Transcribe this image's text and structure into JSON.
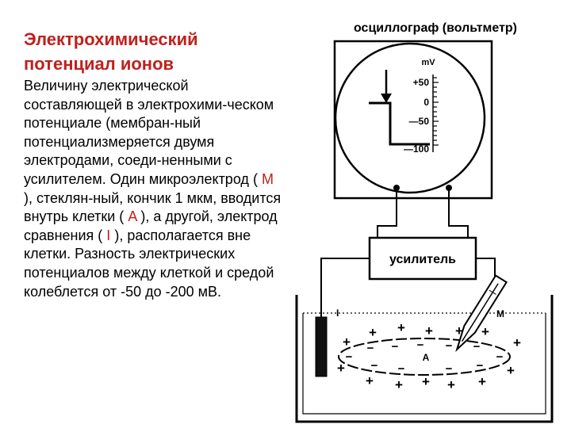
{
  "text": {
    "title_line1": "Электрохимический",
    "title_line2": "потенциал ионов",
    "p1": "Величину электрической составляющей в электрохими-ческом потенциале (мембран-ный потенциализмеряется двумя электродами, соеди-ненными с усилителем. Один микроэлектрод (",
    "m": "M",
    "p2": "), стеклян-ный, кончик 1 мкм, вводится внутрь клетки (",
    "a": "A",
    "p3": "), а другой, электрод сравнения (",
    "i": "I",
    "p4": "), располагается вне клетки. Разность электрических потенциалов между клеткой и средой колеблется от -50 до -200 мВ."
  },
  "diagram": {
    "oscillograph_label": "осциллограф (вольтметр)",
    "scale_unit": "mV",
    "scale_labels": [
      "+50",
      "0",
      "—50",
      "—100"
    ],
    "amplifier_label": "усилитель",
    "electrode_ref_label": "I",
    "electrode_micro_label": "M",
    "cell_label": "A",
    "charge_plus": "+",
    "charge_minus": "−"
  },
  "colors": {
    "title": "#c0201c",
    "highlight": "#c0201c",
    "text": "#000000"
  }
}
